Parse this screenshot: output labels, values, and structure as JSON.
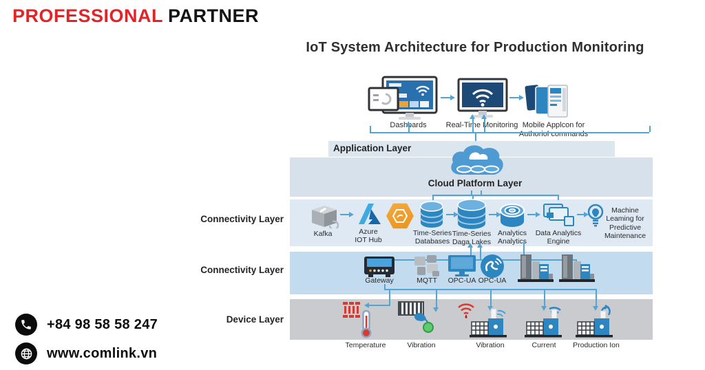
{
  "brand": {
    "professional": "PROFESSIONAL",
    "partner": "PARTNER"
  },
  "contact": {
    "phone": "+84 98 58 58 247",
    "website": "www.comlink.vn"
  },
  "diagram": {
    "title": "IoT System Architecture for Production Monitoring",
    "top_row": {
      "dashboards": "Dashbards",
      "realtime": "Real-Time Monitoring",
      "mobile": "Mobile Applcon for\nAuthoriol commands"
    },
    "layer_labels": {
      "application": "Application Layer",
      "cloud": "Cloud Platform Layer",
      "connectivity1": "Connectivity Layer",
      "connectivity2": "Connectivity Layer",
      "device": "Device Layer"
    },
    "connectivity1": {
      "kafka": "Kafka",
      "azure": "Azure\nIOT Hub",
      "ts_databases": "Time-Series\nDatabases",
      "ts_data_lakes": "Time-Series\nDaga Lakes",
      "analytics": "Analytics\nAnalytics",
      "engine": "Data Analytics\nEngine",
      "machine_learning": "Machine\nLeaming for\nPredictive\nMaintenance"
    },
    "connectivity2": {
      "gateway": "Gateway",
      "mqtt": "MQTT",
      "opc_ua_1": "OPC-UA",
      "opc_ua_2": "OPC-UA"
    },
    "device": {
      "temperature": "Temperature",
      "vibration_1": "Vibration",
      "vibration_2": "Vibration",
      "current": "Current",
      "production": "Production Ion"
    }
  },
  "colors": {
    "accent_red": "#e02428",
    "band_application": "#dce6ef",
    "band_cloud": "#d7e1ec",
    "band_connectivity1": "#dfe9f3",
    "band_connectivity2": "#c2dbee",
    "band_device": "#c9cbce",
    "connector_blue": "#54a4d3",
    "icon_blue": "#2e86c1",
    "screen_navy": "#1d4976"
  }
}
